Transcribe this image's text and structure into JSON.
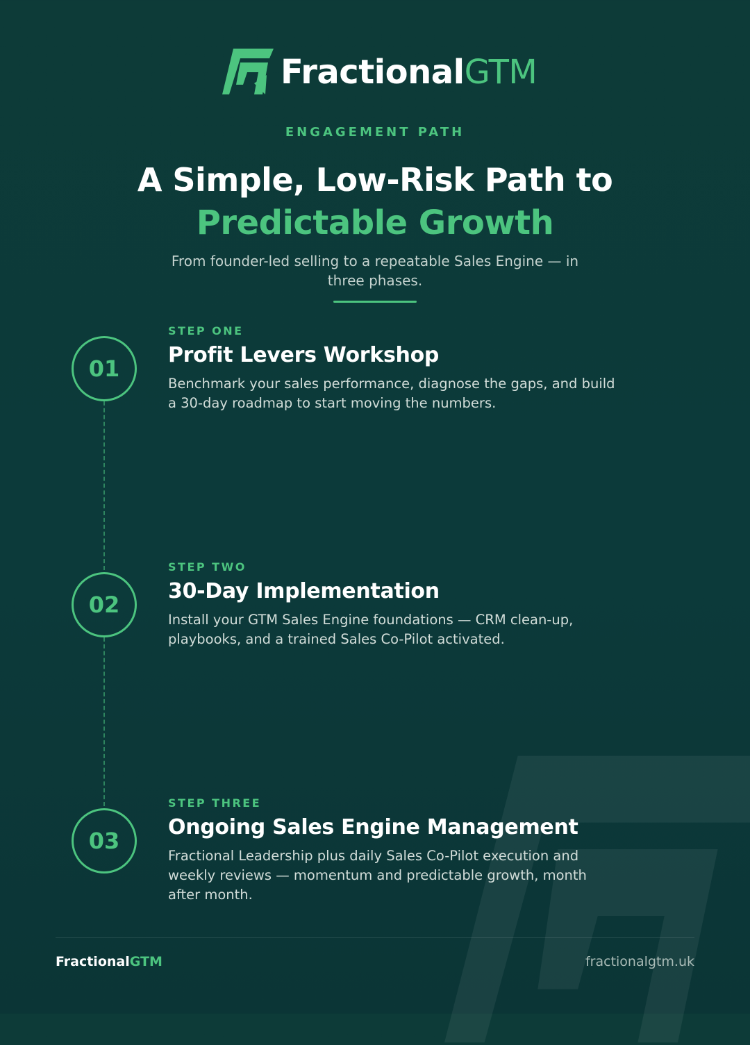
{
  "header": {
    "brand_main": "Fractional",
    "brand_accent": "GTM",
    "logo_icon": "fg-monogram-icon"
  },
  "hero": {
    "eyebrow": "ENGAGEMENT PATH",
    "title_line1": "A Simple, Low-Risk Path to",
    "title_line2": "Predictable Growth",
    "subtitle": "From founder-led selling to a repeatable Sales Engine — in three phases."
  },
  "steps": [
    {
      "number": "01",
      "label": "STEP ONE",
      "title": "Profit Levers Workshop",
      "description": "Benchmark your sales performance, diagnose the gaps, and build a 30-day roadmap to start moving the numbers."
    },
    {
      "number": "02",
      "label": "STEP TWO",
      "title": "30-Day Implementation",
      "description": "Install your GTM Sales Engine foundations — CRM clean-up, playbooks, and a trained Sales Co-Pilot activated."
    },
    {
      "number": "03",
      "label": "STEP THREE",
      "title": "Ongoing Sales Engine Management",
      "description": "Fractional Leadership plus daily Sales Co-Pilot execution and weekly reviews — momentum and predictable growth, month after month."
    }
  ],
  "footer": {
    "brand_main": "Fractional",
    "brand_accent": "GTM",
    "url": "fractionalgtm.uk"
  },
  "colors": {
    "background": "#0c3a3a",
    "accent": "#4cc47f",
    "text": "#ffffff",
    "muted_text": "#c5d3cf"
  }
}
